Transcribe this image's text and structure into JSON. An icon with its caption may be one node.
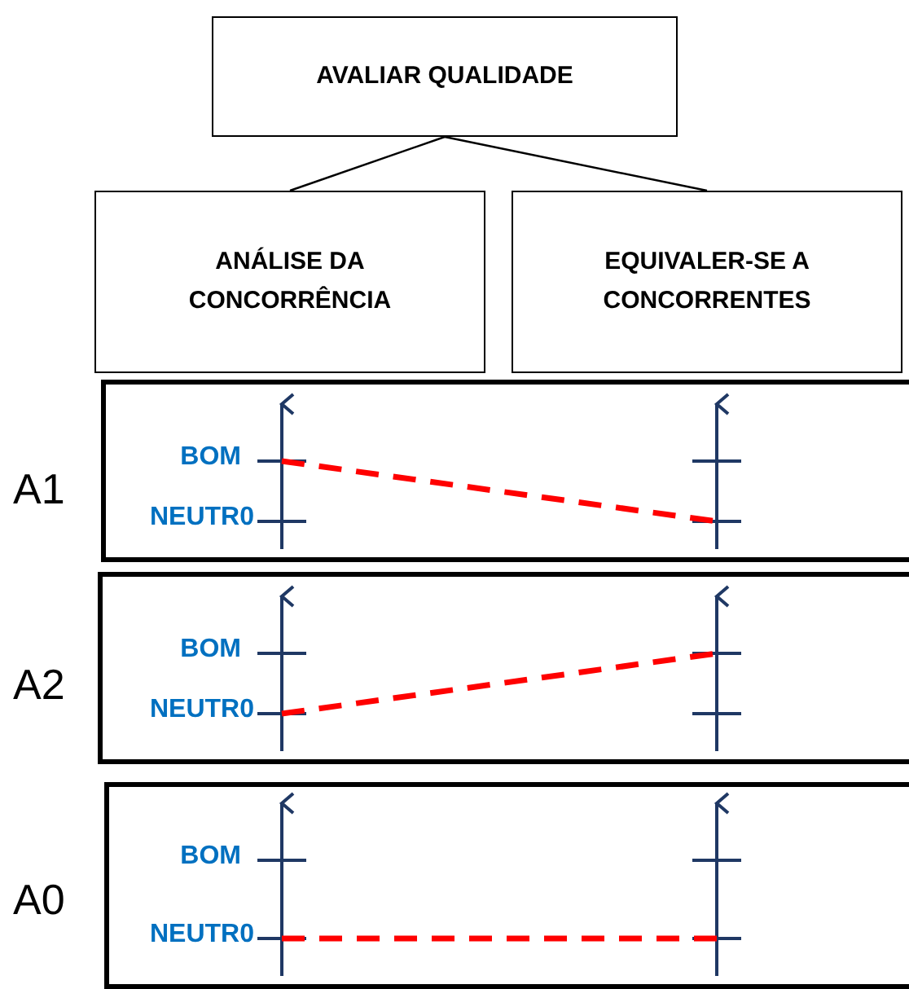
{
  "diagram": {
    "nodes": [
      {
        "text": [
          "AVALIAR QUALIDADE"
        ]
      },
      {
        "text": [
          "ANÁLISE DA CONCORRÊNCIA"
        ]
      },
      {
        "text": [
          "EQUIVALER-SE A CONCORRENTES"
        ]
      },
      {
        "text": [
          "A1"
        ]
      },
      {
        "text": [
          "A2"
        ]
      },
      {
        "text": [
          "A0"
        ]
      }
    ],
    "edges": [
      {
        "from": 0,
        "to": 1,
        "arrow": "none"
      },
      {
        "from": 0,
        "to": 2,
        "arrow": "none"
      }
    ],
    "labels": [
      "BOM",
      "NEUTR0",
      "BOM",
      "NEUTR0",
      "BOM",
      "NEUTR0"
    ]
  }
}
